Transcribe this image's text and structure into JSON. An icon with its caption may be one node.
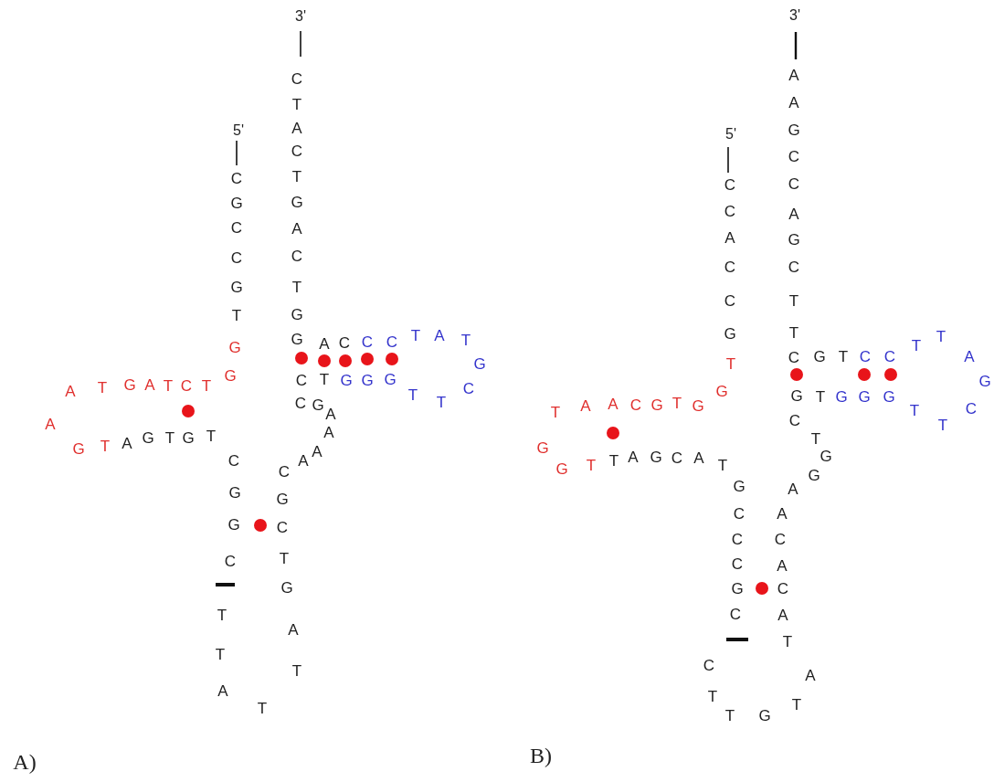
{
  "diagram": {
    "labels": [
      "5'",
      "C",
      "G",
      "C",
      "C",
      "G",
      "T",
      "G",
      "G",
      "T",
      "C",
      "T",
      "A",
      "G",
      "T",
      "A",
      "A",
      "G",
      "T",
      "A",
      "G",
      "T",
      "G",
      "T",
      "C",
      "G",
      "G",
      "C",
      "T",
      "T",
      "A",
      "T",
      "T",
      "A",
      "G",
      "T",
      "C",
      "G",
      "C",
      "A",
      "A",
      "A",
      "A",
      "G",
      "C",
      "C",
      "T",
      "G",
      "G",
      "G",
      "T",
      "T",
      "C",
      "G",
      "T",
      "A",
      "T",
      "C",
      "C",
      "C",
      "A",
      "G",
      "G",
      "T",
      "C",
      "A",
      "G",
      "T",
      "C",
      "A",
      "T",
      "C",
      "3'",
      "A)",
      "5'",
      "C",
      "C",
      "A",
      "C",
      "C",
      "G",
      "T",
      "G",
      "G",
      "T",
      "G",
      "C",
      "A",
      "A",
      "T",
      "G",
      "G",
      "T",
      "T",
      "A",
      "G",
      "C",
      "A",
      "T",
      "G",
      "C",
      "C",
      "C",
      "G",
      "C",
      "C",
      "T",
      "T",
      "G",
      "T",
      "A",
      "T",
      "A",
      "C",
      "A",
      "C",
      "A",
      "A",
      "G",
      "G",
      "T",
      "C",
      "G",
      "T",
      "G",
      "G",
      "G",
      "T",
      "T",
      "C",
      "G",
      "A",
      "T",
      "T",
      "C",
      "C",
      "T",
      "G",
      "C",
      "T",
      "T",
      "C",
      "G",
      "A",
      "C",
      "C",
      "G",
      "A",
      "A",
      "3'",
      "B)"
    ]
  }
}
